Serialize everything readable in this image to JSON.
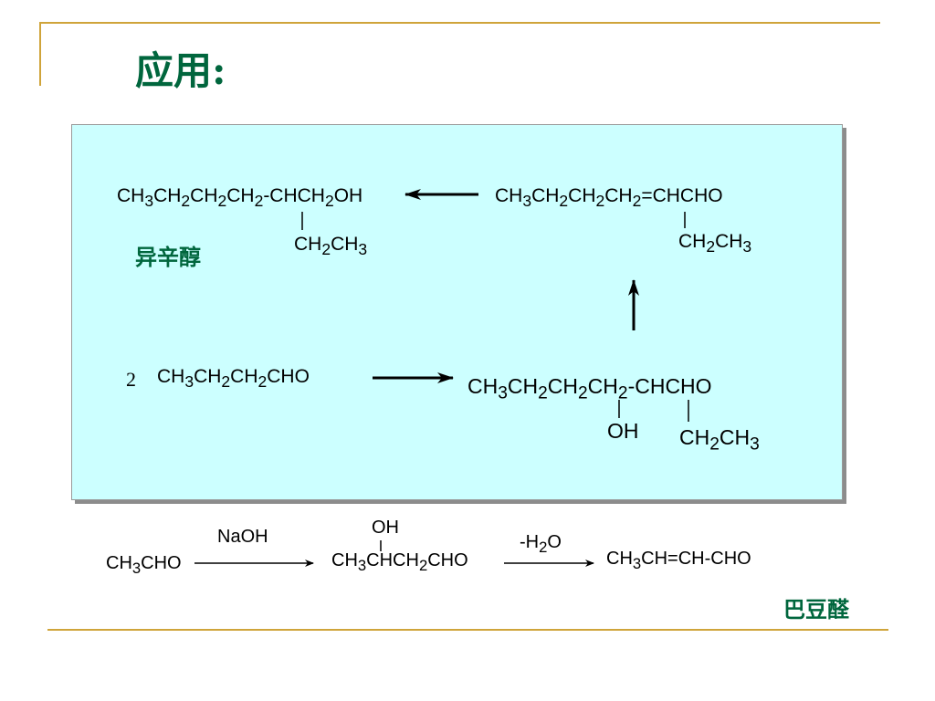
{
  "slide_title": "应用:",
  "panel": {
    "target_alcohol": "CH<sub>3</sub>CH<sub>2</sub>CH<sub>2</sub>CH<sub>2</sub>-CHCH<sub>2</sub>OH",
    "target_alcohol_branch": "CH<sub>2</sub>CH<sub>3</sub>",
    "target_alcohol_name": "异辛醇",
    "unsaturated_aldehyde": "CH<sub>3</sub>CH<sub>2</sub>CH<sub>2</sub>CH<sub>2</sub>=CHCHO",
    "unsaturated_aldehyde_branch": "CH<sub>2</sub>CH<sub>3</sub>",
    "coefficient": "2",
    "butanal": "CH<sub>3</sub>CH<sub>2</sub>CH<sub>2</sub>CHO",
    "aldol_product": "CH<sub>3</sub>CH<sub>2</sub>CH<sub>2</sub>CH<sub>2</sub>-CHCHO",
    "aldol_oh": "OH",
    "aldol_branch": "CH<sub>2</sub>CH<sub>3</sub>"
  },
  "bottom_reaction": {
    "reactant": "CH<sub>3</sub>CHO",
    "condition_1": "NaOH",
    "intermediate_oh": "OH",
    "intermediate": "CH<sub>3</sub>CHCH<sub>2</sub>CHO",
    "condition_2": "-H<sub>2</sub>O",
    "product": "CH<sub>3</sub>CH=CH-CHO",
    "product_name": "巴豆醛"
  },
  "colors": {
    "title_green": "#00663d",
    "panel_bg": "#ccffff",
    "rule_gold": "#cfa43a"
  }
}
